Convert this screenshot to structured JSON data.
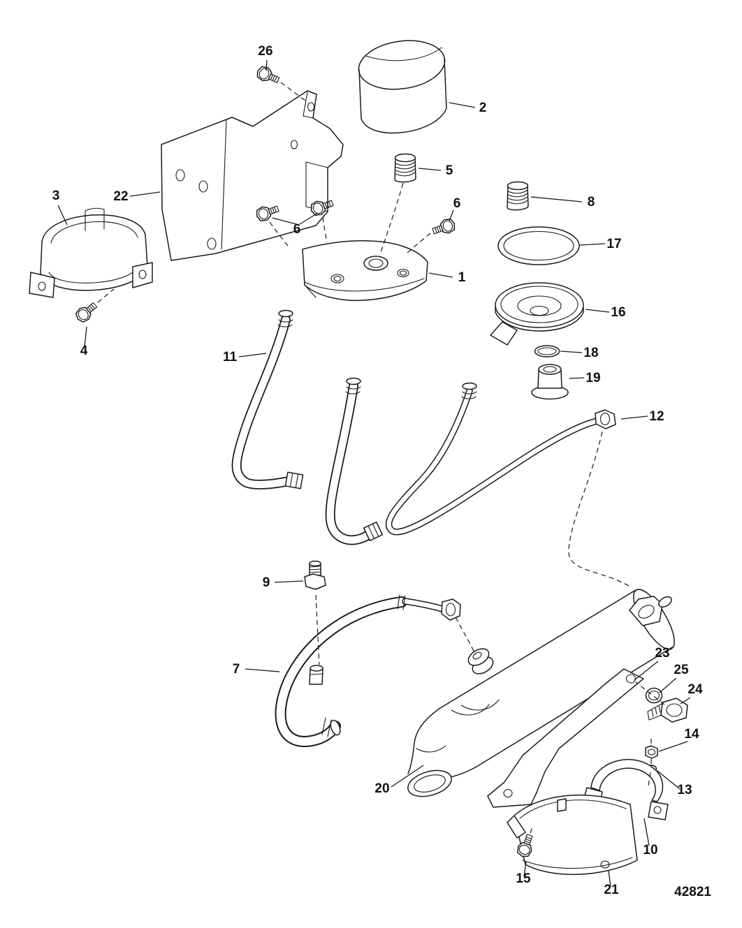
{
  "figure": {
    "type": "exploded-parts-diagram",
    "description": "Oil filter, bracket and oil cooler exploded assembly drawing",
    "diagram_number": "42821"
  },
  "colors": {
    "line": "#1a1a1a",
    "background": "#ffffff"
  },
  "callouts": [
    {
      "part": "26"
    },
    {
      "part": "2"
    },
    {
      "part": "5"
    },
    {
      "part": "8"
    },
    {
      "part": "22"
    },
    {
      "part": "6"
    },
    {
      "part": "6"
    },
    {
      "part": "3"
    },
    {
      "part": "17"
    },
    {
      "part": "1"
    },
    {
      "part": "16"
    },
    {
      "part": "4"
    },
    {
      "part": "18"
    },
    {
      "part": "19"
    },
    {
      "part": "11"
    },
    {
      "part": "12"
    },
    {
      "part": "9"
    },
    {
      "part": "7"
    },
    {
      "part": "23"
    },
    {
      "part": "25"
    },
    {
      "part": "24"
    },
    {
      "part": "14"
    },
    {
      "part": "13"
    },
    {
      "part": "20"
    },
    {
      "part": "10"
    },
    {
      "part": "15"
    },
    {
      "part": "21"
    }
  ]
}
